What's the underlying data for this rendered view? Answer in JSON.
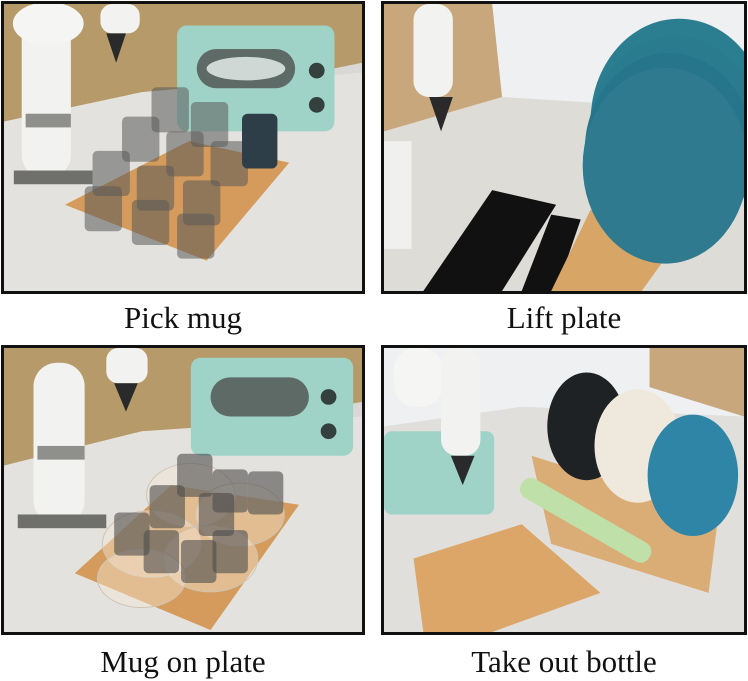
{
  "figure": {
    "panels": [
      {
        "caption": "Pick mug"
      },
      {
        "caption": "Lift plate"
      },
      {
        "caption": "Mug on plate"
      },
      {
        "caption": "Take out bottle"
      }
    ]
  }
}
